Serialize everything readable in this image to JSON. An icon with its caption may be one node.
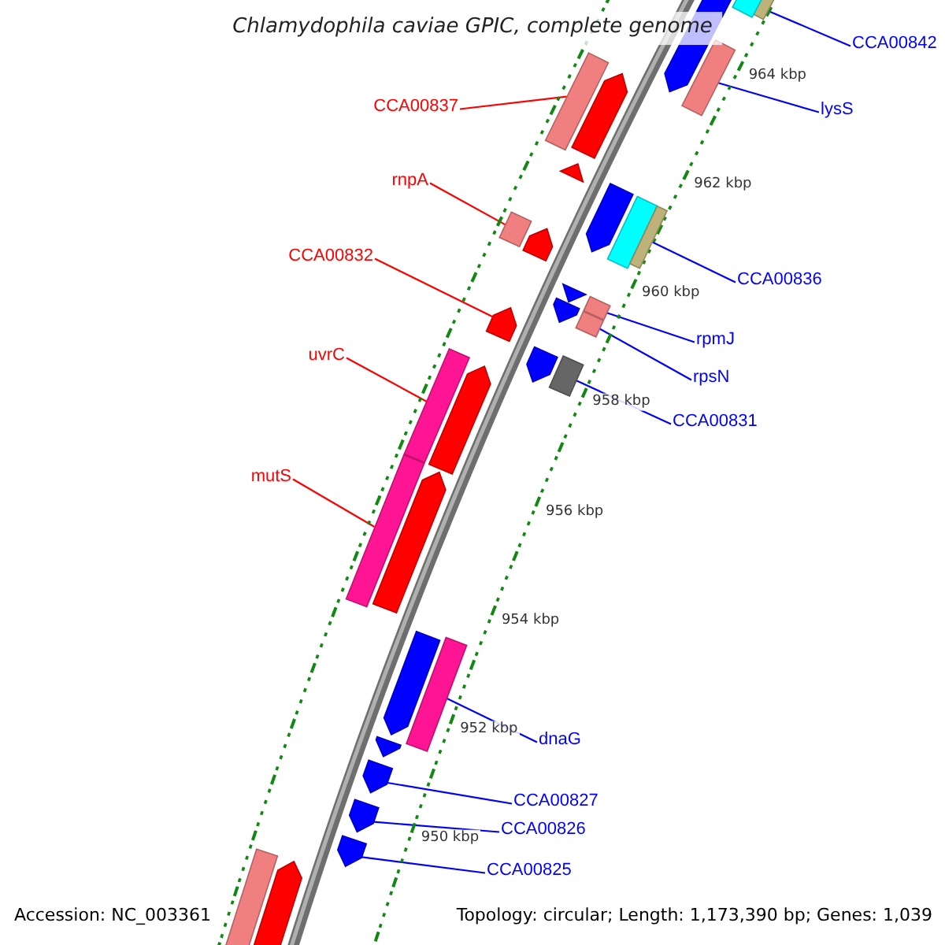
{
  "diagram": {
    "title": "Chlamydophila caviae GPIC, complete genome",
    "nodes": [
      {
        "text": [
          "CCA00842"
        ]
      },
      {
        "text": [
          "CCA00837"
        ]
      },
      {
        "text": [
          "lysS"
        ]
      },
      {
        "text": [
          "rnpA"
        ]
      },
      {
        "text": [
          "CCA00832"
        ]
      },
      {
        "text": [
          "CCA00836"
        ]
      },
      {
        "text": [
          "rpmJ"
        ]
      },
      {
        "text": [
          "uvrC"
        ]
      },
      {
        "text": [
          "rpsN"
        ]
      },
      {
        "text": [
          "CCA00831"
        ]
      },
      {
        "text": [
          "mutS"
        ]
      },
      {
        "text": [
          "dnaG"
        ]
      },
      {
        "text": [
          "CCA00827"
        ]
      },
      {
        "text": [
          "CCA00826"
        ]
      },
      {
        "text": [
          "CCA00825"
        ]
      },
      {
        "text": [],
        "shape": "box"
      },
      {
        "text": [],
        "shape": "box"
      },
      {
        "text": [],
        "shape": "pentagon"
      },
      {
        "text": [],
        "shape": "box"
      },
      {
        "text": [],
        "shape": "box"
      },
      {
        "text": [],
        "shape": "pentagon"
      },
      {
        "text": [],
        "shape": "pentagon"
      },
      {
        "text": [],
        "shape": "pentagon"
      },
      {
        "text": [],
        "shape": "box"
      },
      {
        "text": [],
        "shape": "box"
      },
      {
        "text": [],
        "shape": "box"
      },
      {
        "text": [],
        "shape": "pentagon"
      },
      {
        "text": [],
        "shape": "pentagon"
      },
      {
        "text": [],
        "shape": "box"
      },
      {
        "text": [],
        "shape": "pentagon"
      },
      {
        "text": [],
        "shape": "box"
      },
      {
        "text": [],
        "shape": "pentagon"
      },
      {
        "text": [],
        "shape": "box"
      },
      {
        "text": [],
        "shape": "pentagon"
      },
      {
        "text": [],
        "shape": "box"
      },
      {
        "text": [],
        "shape": "pentagon"
      },
      {
        "text": [],
        "shape": "box"
      },
      {
        "text": [],
        "shape": "pentagon"
      },
      {
        "text": [],
        "shape": "box"
      },
      {
        "text": [],
        "shape": "pentagon"
      },
      {
        "text": [],
        "shape": "pentagon"
      },
      {
        "text": [],
        "shape": "pentagon"
      },
      {
        "text": [],
        "shape": "pentagon"
      },
      {
        "text": [],
        "shape": "pentagon"
      },
      {
        "text": [],
        "shape": "box"
      },
      {
        "text": [],
        "shape": "pentagon"
      }
    ],
    "edges": [
      {
        "from": 0,
        "to": 16,
        "arrow": "none"
      },
      {
        "from": 1,
        "to": 19,
        "arrow": "none",
        "color": "#ff0000"
      },
      {
        "from": 2,
        "to": 18,
        "arrow": "none"
      },
      {
        "from": 3,
        "to": 25,
        "arrow": "none",
        "color": "#ff0000"
      },
      {
        "from": 4,
        "to": 31,
        "arrow": "none",
        "color": "#ff0000"
      },
      {
        "from": 5,
        "to": 23,
        "arrow": "none"
      },
      {
        "from": 6,
        "to": 28,
        "arrow": "none"
      },
      {
        "from": 7,
        "to": 34,
        "arrow": "none",
        "color": "#ff0000"
      },
      {
        "from": 8,
        "to": 30,
        "arrow": "none"
      },
      {
        "from": 9,
        "to": 32,
        "arrow": "none"
      },
      {
        "from": 10,
        "to": 36,
        "arrow": "none",
        "color": "#ff0000"
      },
      {
        "from": 11,
        "to": 38,
        "arrow": "none"
      },
      {
        "from": 12,
        "to": 41,
        "arrow": "none"
      },
      {
        "from": 13,
        "to": 42,
        "arrow": "none"
      },
      {
        "from": 14,
        "to": 43,
        "arrow": "none"
      }
    ],
    "labels": [
      "964 kbp",
      "962 kbp",
      "960 kbp",
      "958 kbp",
      "956 kbp",
      "954 kbp",
      "952 kbp",
      "950 kbp",
      "Accession: NC_003361",
      "Topology: circular; Length: 1,173,390 bp; Genes: 1,039"
    ]
  }
}
